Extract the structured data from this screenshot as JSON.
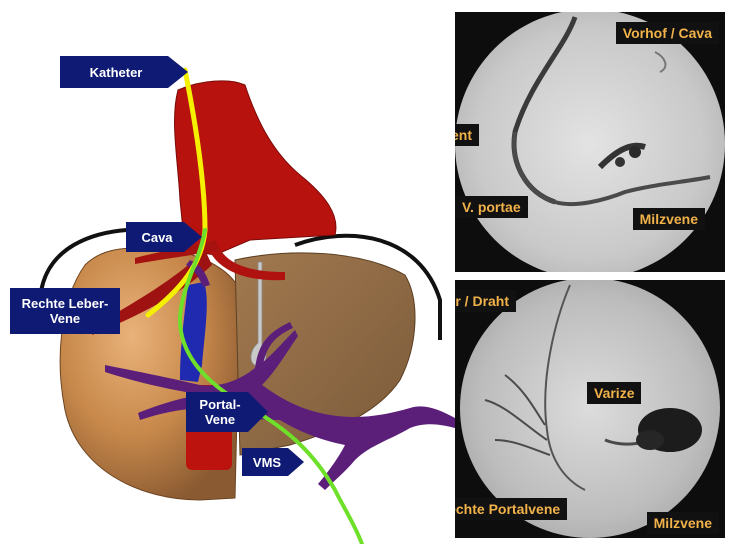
{
  "labels": {
    "katheter": "Katheter",
    "cava": "Cava",
    "rechte_leber_vene": "Rechte Leber-Vene",
    "portal_vene": "Portal-Vene",
    "vms": "VMS"
  },
  "xray_top": {
    "vorhof_cava": "Vorhof / Cava",
    "stent": "Stent",
    "v_portae": "V. portae",
    "milzvene": "Milzvene"
  },
  "xray_bottom": {
    "katheter_draht": "Katheter / Draht",
    "varize": "Varize",
    "rechte_portalvene": "Rechte Portalvene",
    "milzvene": "Milzvene"
  },
  "colors": {
    "label_fill": "#0e1a73",
    "label_text": "#ffffff",
    "xray_label_text": "#f2b24a",
    "liver": "#c98a4a",
    "vena_cava": "#c0130f",
    "portal_vein": "#5b1f7a",
    "catheter_yellow": "#f4f000",
    "wire_green": "#6fe02a"
  }
}
